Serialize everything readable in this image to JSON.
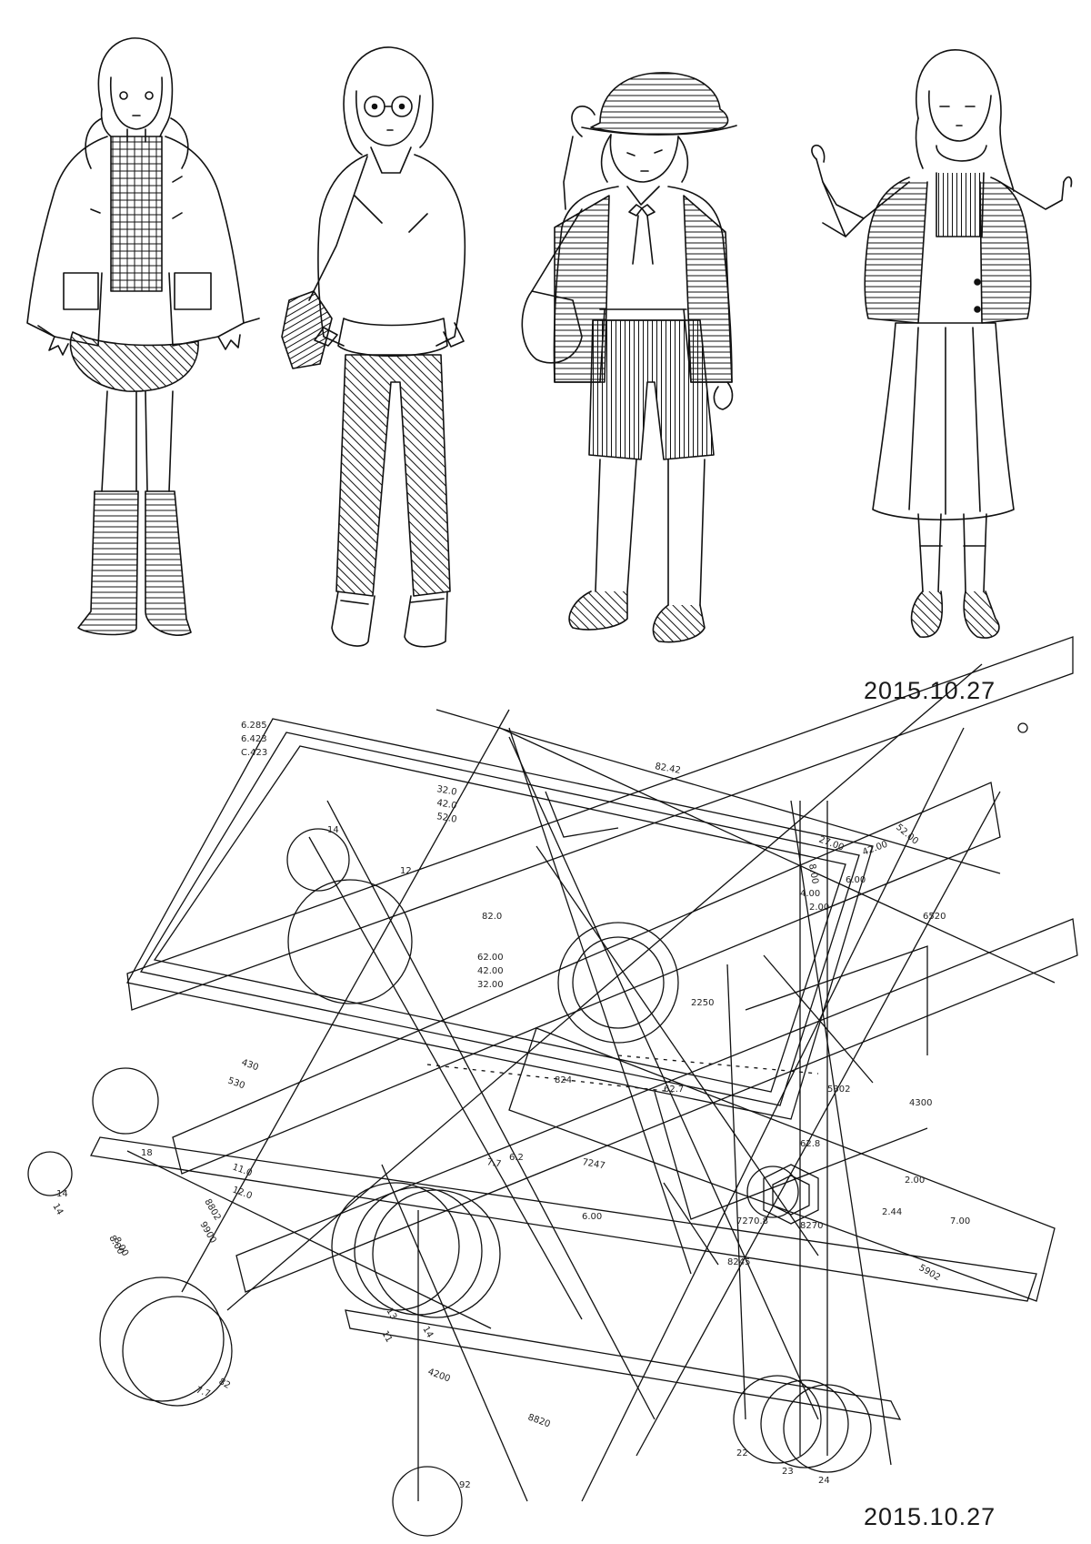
{
  "dates": {
    "top": "2015.10.27",
    "bottom": "2015.10.27"
  },
  "sketch": {
    "ink_color": "#111111",
    "paper_color": "#ffffff",
    "figures": [
      {
        "name": "figure-duffle-coat"
      },
      {
        "name": "figure-glasses-sweater"
      },
      {
        "name": "figure-hat-jacket"
      },
      {
        "name": "figure-long-coat"
      }
    ]
  },
  "diagram_labels": [
    "6.285",
    "6.423",
    "C.423",
    "32.0",
    "42.0",
    "52.0",
    "82.42",
    "52.00",
    "42.00",
    "27.00",
    "8.00",
    "4.00",
    "2.00",
    "6.00",
    "6520",
    "14",
    "12",
    "82.0",
    "62.00",
    "42.00",
    "32.00",
    "2250",
    "430",
    "530",
    "824",
    "62.7",
    "5302",
    "4300",
    "6.2",
    "11.0",
    "12.0",
    "7.7",
    "7247",
    "6.00",
    "8802",
    "9900",
    "8.00",
    "14",
    "13",
    "14",
    "11",
    "62.8",
    "2.00",
    "2.44",
    "7.00",
    "8270",
    "7270.8",
    "8245",
    "5902",
    "4200",
    "8820",
    "82",
    "7.7",
    "22",
    "23",
    "24",
    "92",
    "18",
    "14",
    "8.00"
  ]
}
